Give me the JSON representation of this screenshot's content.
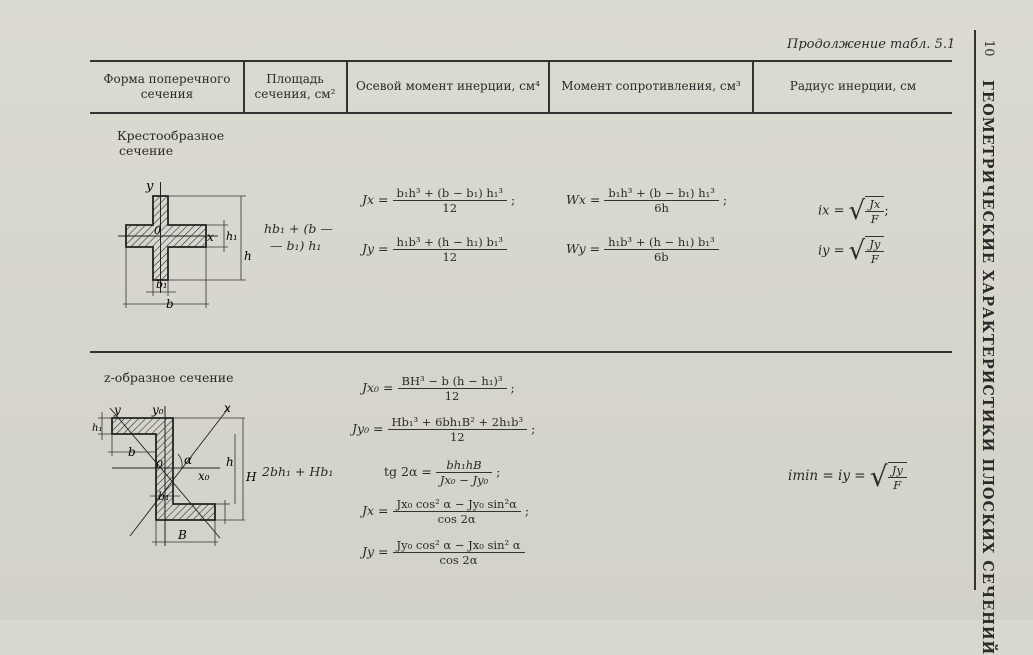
{
  "caption": "Продолжение табл. 5.1",
  "page_number": "10",
  "side_title": "ГЕОМЕТРИЧЕСКИЕ ХАРАКТЕРИСТИКИ ПЛОСКИХ СЕЧЕНИЙ",
  "headers": {
    "shape": [
      "Форма поперечного",
      "сечения"
    ],
    "area": [
      "Площадь",
      "сечения, см²"
    ],
    "inertia": "Осевой момент инерции, см⁴",
    "modulus": "Момент сопротивления, см³",
    "radius": "Радиус инерции, см"
  },
  "row1": {
    "title": [
      "Крестообразное",
      "сечение"
    ],
    "area": [
      "hb₁ + (b —",
      "— b₁) h₁"
    ],
    "Jx_lhs": "Jx =",
    "Jx_num": "b₁h³ + (b − b₁) h₁³",
    "Jx_den": "12",
    "Jx_tail": ";",
    "Jy_lhs": "Jy =",
    "Jy_num": "h₁b³ + (h − h₁) b₁³",
    "Jy_den": "12",
    "Wx_lhs": "Wx =",
    "Wx_num": "b₁h³ + (b − b₁) h₁³",
    "Wx_den": "6h",
    "Wx_tail": ";",
    "Wy_lhs": "Wy =",
    "Wy_num": "h₁b³ + (h − h₁) b₁³",
    "Wy_den": "6b",
    "ix_lhs": "ix =",
    "ix_num": "Jx",
    "ix_den": "F",
    "ix_tail": ";",
    "iy_lhs": "iy =",
    "iy_num": "Jy",
    "iy_den": "F",
    "labels": {
      "y": "y",
      "x": "x",
      "o": "0",
      "h1": "h₁",
      "h": "h",
      "b1": "b₁",
      "b": "b"
    }
  },
  "row2": {
    "title": "z-образное сечение",
    "area": "2bh₁ + Hb₁",
    "Jx0_lhs": "Jx₀ =",
    "Jx0_num": "BH³ − b (h − h₁)³",
    "Jx0_den": "12",
    "Jy0_lhs": "Jy₀ =",
    "Jy0_num": "Hb₁³ + 6bh₁B² + 2h₁b³",
    "Jy0_den": "12",
    "tg_lhs": "tg 2α =",
    "tg_num": "bh₁hB",
    "tg_den": "Jx₀ − Jy₀",
    "Jx_lhs": "Jx =",
    "Jx_num": "Jx₀ cos² α − Jy₀ sin²α",
    "Jx_den": "cos 2α",
    "Jy_lhs": "Jy =",
    "Jy_num": "Jy₀ cos² α − Jx₀ sin² α",
    "Jy_den": "cos 2α",
    "semi": ";",
    "imin_lhs": "imin = iy =",
    "imin_num": "Jy",
    "imin_den": "F",
    "labels": {
      "y": "y",
      "y0": "y₀",
      "x": "x",
      "x0": "x₀",
      "o": "0",
      "alpha": "α",
      "h1": "h₁",
      "h": "h",
      "H": "H",
      "b": "b",
      "b1": "b₁",
      "B": "B"
    }
  }
}
